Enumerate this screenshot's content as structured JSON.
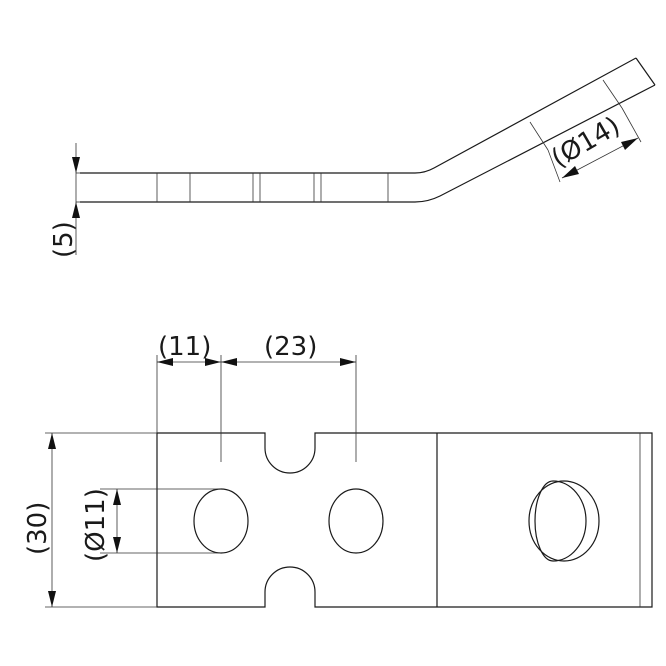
{
  "side_view": {
    "thickness_label": "(5)",
    "hole_diameter_label": "(Ø14)"
  },
  "top_view": {
    "edge_distance_label": "(11)",
    "hole_spacing_label": "(23)",
    "width_label": "(30)",
    "hole_diameter_label": "(Ø11)"
  }
}
